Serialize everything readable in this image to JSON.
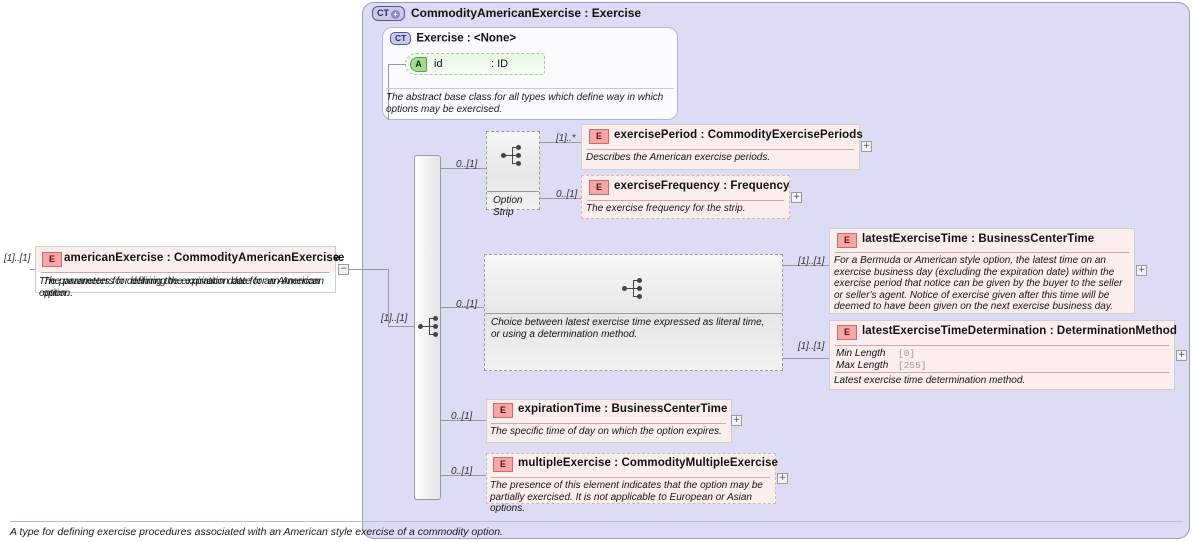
{
  "diagram": {
    "type": "xsd-schema-diagram",
    "title": "CommodityAmericanExercise : Exercise"
  },
  "left_element": {
    "cardinality": "[1]..[1]",
    "badge": "E",
    "title": "americanExercise : CommodityAmericanExercise",
    "description": "The parameters for defining the expiration date for an American option.",
    "toggle": "−",
    "toggle_name": "collapse"
  },
  "container": {
    "badge": "CT",
    "badge_plus": "+",
    "title": "CommodityAmericanExercise : Exercise",
    "footer": "A type for defining exercise procedures associated with an American style exercise of a commodity option."
  },
  "base_type": {
    "badge": "CT",
    "title": "Exercise : <None>",
    "description": "The abstract base class for all types which define way in which options may be exercised.",
    "attribute": {
      "badge": "A",
      "name": "id",
      "type": ": ID"
    }
  },
  "sequence": {
    "cardinality": "[1]..[1]",
    "name": "root-sequence"
  },
  "option_strip": {
    "cardinality": "0..[1]",
    "caption": "Option Strip"
  },
  "choice_group": {
    "cardinality": "0..[1]",
    "caption": "Choice between latest exercise time expressed as literal time, or using a determination method."
  },
  "elements": [
    {
      "key": "exercisePeriod",
      "cardinality": "[1]..*",
      "badge": "E",
      "title": "exercisePeriod : CommodityExercisePeriods",
      "description": "Describes the American exercise periods.",
      "toggle": "+"
    },
    {
      "key": "exerciseFrequency",
      "cardinality": "0..[1]",
      "badge": "E",
      "title": "exerciseFrequency : Frequency",
      "description": "The exercise frequency for the strip.",
      "toggle": "+"
    },
    {
      "key": "latestExerciseTime",
      "cardinality": "[1]..[1]",
      "badge": "E",
      "title": "latestExerciseTime : BusinessCenterTime",
      "description": "For a Bermuda or American style option, the latest time on an exercise business day (excluding the expiration date) within the exercise period that notice can be given by the buyer to the seller or seller's agent. Notice of exercise given after this time will be deemed to have been given on the next exercise business day.",
      "toggle": "+"
    },
    {
      "key": "latestExerciseTimeDetermination",
      "cardinality": "[1]..[1]",
      "badge": "E",
      "title": "latestExerciseTimeDetermination : DeterminationMethod",
      "description": "Latest exercise time determination method.",
      "toggle": "+",
      "facets": [
        {
          "name": "Min Length",
          "value": "[0]"
        },
        {
          "name": "Max Length",
          "value": "[255]"
        }
      ]
    },
    {
      "key": "expirationTime",
      "cardinality": "0..[1]",
      "badge": "E",
      "title": "expirationTime : BusinessCenterTime",
      "description": "The specific time of day on which the option expires.",
      "toggle": "+"
    },
    {
      "key": "multipleExercise",
      "cardinality": "0..[1]",
      "badge": "E",
      "title": "multipleExercise : CommodityMultipleExercise",
      "description": "The presence of this element indicates that the option may be partially exercised. It is not applicable to European or Asian options.",
      "toggle": "+"
    }
  ],
  "colors": {
    "container_bg": "#dcdcf5",
    "container_border": "#9b9bc8",
    "element_bg": "#fdeeee",
    "element_badge": "#f4a7a7",
    "attribute_badge": "#9ede8e",
    "line": "#999999"
  }
}
